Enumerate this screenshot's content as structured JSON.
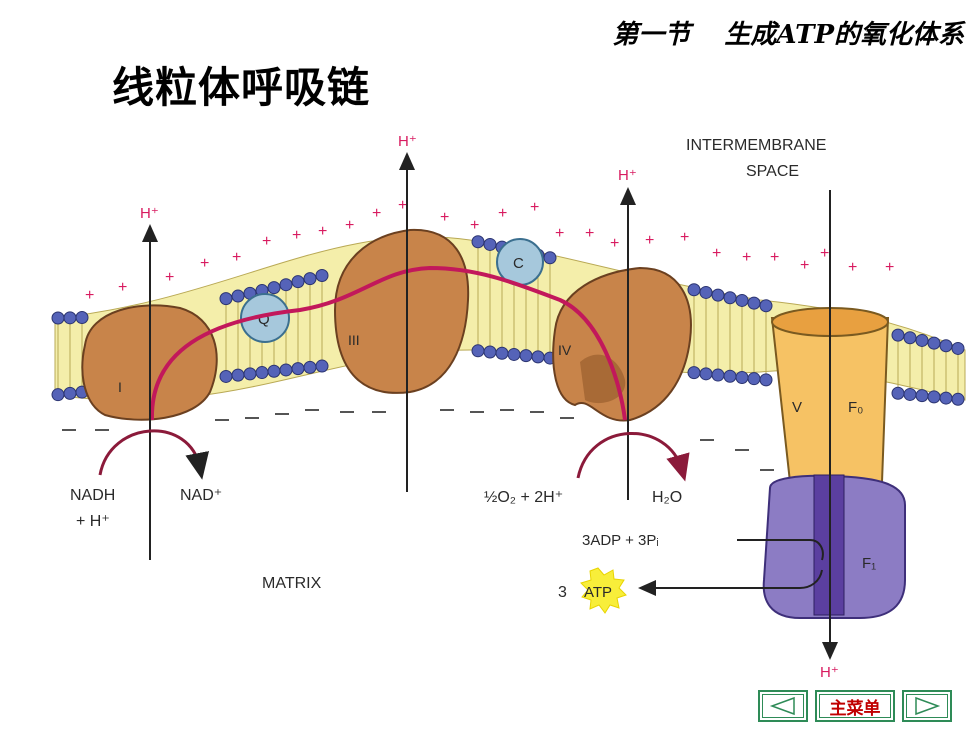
{
  "header": {
    "section": "第一节",
    "topic": "生成ATP的氧化体系"
  },
  "page_title": "线粒体呼吸链",
  "diagram": {
    "intermembrane_label": [
      "INTERMEMBRANE",
      "SPACE"
    ],
    "matrix_label": "MATRIX",
    "proton_label": "H⁺",
    "complex_labels": {
      "c1": "I",
      "c3": "III",
      "c4": "IV",
      "c5": "V",
      "f0": "F₀",
      "f1": "F₁",
      "q": "Q",
      "c": "C"
    },
    "nadh_label": [
      "NADH",
      "+ H⁺"
    ],
    "nad_label": "NAD⁺",
    "o2_label": "½O₂ + 2H⁺",
    "h2o_label": "H₂O",
    "adp_label": "3ADP + 3Pᵢ",
    "atp_count": "3",
    "atp_label": "ATP",
    "colors": {
      "membrane": "#f4eeaa",
      "head": "#5563b8",
      "protein": "#c8844a",
      "pink": "#d81b60",
      "f0": "#f6c264",
      "f1": "#8c7cc4"
    }
  },
  "nav": {
    "prev_icon": "triangle-left-icon",
    "menu_label": "主菜单",
    "next_icon": "triangle-right-icon"
  }
}
